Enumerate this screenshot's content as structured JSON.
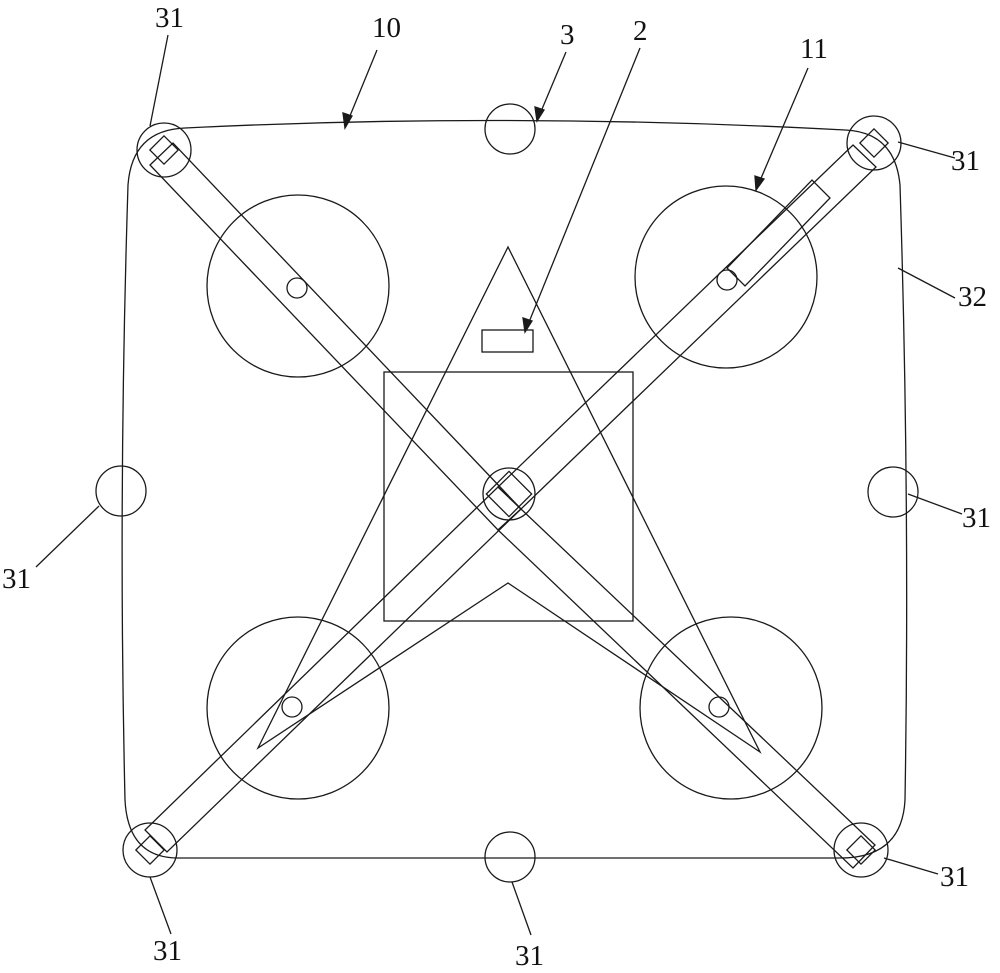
{
  "labels": {
    "frame": "10",
    "arm": "11",
    "marker": "3",
    "module": "2",
    "guard": "32",
    "buoy": "31"
  },
  "colors": {
    "stroke": "#1a1a1a",
    "background": "#ffffff",
    "text": "#111111"
  }
}
